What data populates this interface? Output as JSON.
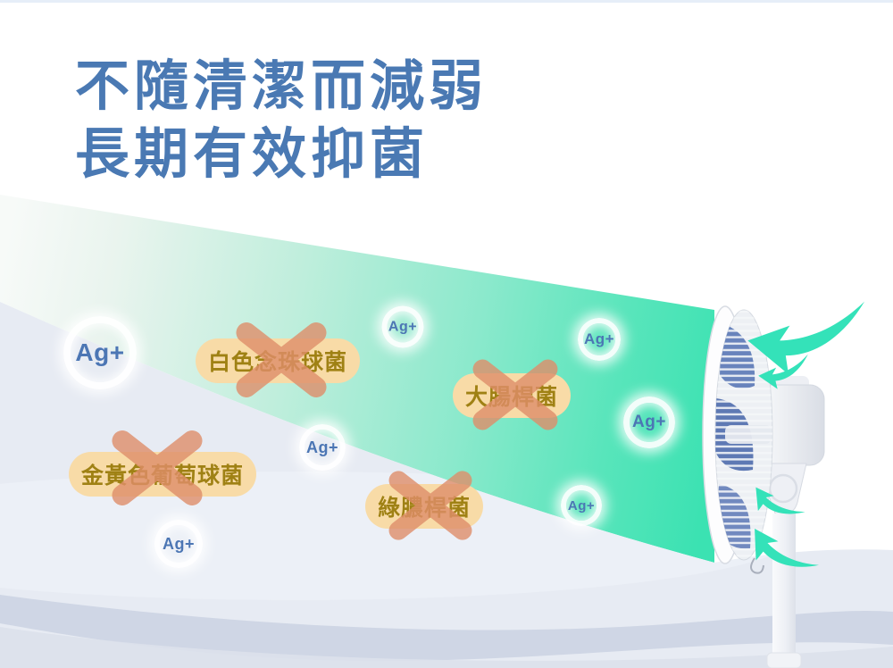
{
  "headline": {
    "line1": "不隨清潔而減弱",
    "line2": "長期有效抑菌"
  },
  "ion": {
    "label": "Ag+"
  },
  "bacteria": {
    "items": [
      {
        "name": "白色念珠球菌"
      },
      {
        "name": "大腸桿菌"
      },
      {
        "name": "金黃色葡萄球菌"
      },
      {
        "name": "綠膿桿菌"
      }
    ]
  },
  "icons": {
    "x_cross": "x-cross (crossed rounded bars = bacteria eliminated)",
    "airflow_arrow": "curved-swoosh-arrow (air drawn toward fan)"
  },
  "colors": {
    "headline_text": "#4a79b3",
    "beam_green_strong": "#3be2b2",
    "beam_green_pale": "#f7faf8",
    "arrow_teal": "#34e2b9",
    "chip_background": "#f8dba7",
    "chip_text": "#9f8114",
    "x_mark": "#df8e6a",
    "ion_text": "#4c76b4",
    "wave_gray": "#e3e8f1",
    "wave_dark": "#cad2e2"
  }
}
